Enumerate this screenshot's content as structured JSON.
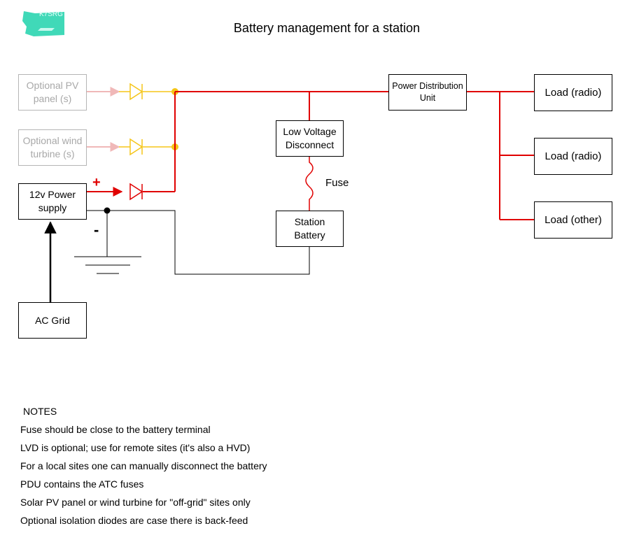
{
  "logo": {
    "text": "K7SRG"
  },
  "title": "Battery management for a station",
  "boxes": {
    "pv": "Optional PV panel (s)",
    "wind": "Optional wind turbine (s)",
    "power_supply": "12v Power supply",
    "ac_grid": "AC Grid",
    "lvd": "Low Voltage Disconnect",
    "battery": "Station Battery",
    "pdu": "Power Distribution Unit",
    "load1": "Load (radio)",
    "load2": "Load (radio)",
    "load3": "Load (other)"
  },
  "labels": {
    "fuse": "Fuse",
    "plus": "+",
    "minus": "-"
  },
  "notes": {
    "heading": "NOTES",
    "items": [
      "Fuse should be close to the battery terminal",
      "LVD is optional; use for remote sites (it's also a HVD)",
      "For a local sites one can manually disconnect the battery",
      "PDU contains the ATC fuses",
      "Solar PV panel or wind turbine for \"off-grid\" sites only",
      "Optional isolation diodes are case there is back-feed"
    ]
  },
  "colors": {
    "power_line": "#e00000",
    "optional_line": "#f5c518",
    "faded_arrow": "#f0b8b8",
    "logo": "#40d9b8"
  }
}
